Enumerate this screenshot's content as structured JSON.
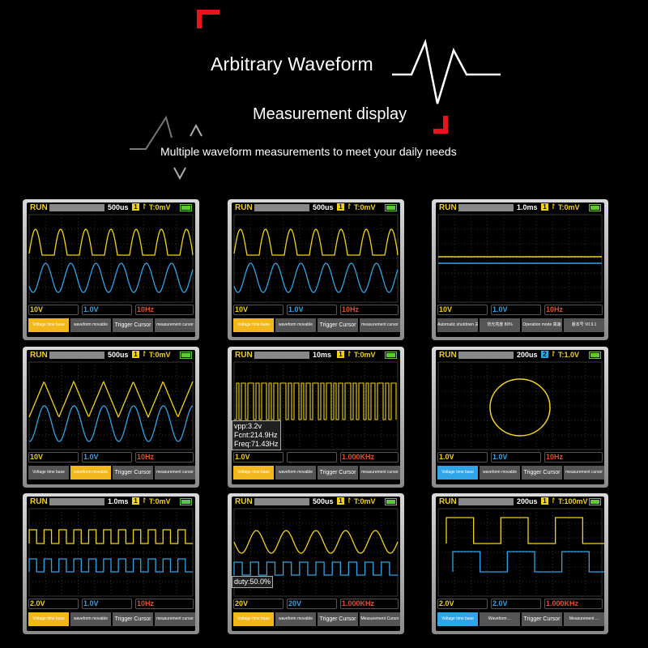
{
  "header": {
    "title": "Arbitrary Waveform",
    "subtitle": "Measurement display",
    "description": "Multiple waveform measurements to meet your daily needs"
  },
  "colors": {
    "accent_red": "#e8141b",
    "ch1_yellow": "#f2d21b",
    "ch2_blue": "#2fa4e7",
    "freq_red": "#e0502a"
  },
  "panels": [
    {
      "status": {
        "run": "RUN",
        "timebase": "500us",
        "ch": "1",
        "trigger": "T:0mV"
      },
      "readout": {
        "ch1": "10V",
        "ch2": "1.0V",
        "freq": "10Hz"
      },
      "menu": [
        "Voltage time base",
        "waveform movable",
        "Trigger Cursor",
        "measurement cursor"
      ],
      "selected": 0,
      "wave": "sine_dual"
    },
    {
      "status": {
        "run": "RUN",
        "timebase": "500us",
        "ch": "1",
        "trigger": "T:0mV"
      },
      "readout": {
        "ch1": "10V",
        "ch2": "1.0V",
        "freq": "10Hz"
      },
      "menu": [
        "Voltage time base",
        "waveform movable",
        "Trigger Cursor",
        "measurement cursor"
      ],
      "selected": 0,
      "wave": "sine_dual"
    },
    {
      "status": {
        "run": "RUN",
        "timebase": "1.0ms",
        "ch": "1",
        "trigger": "T:0mV"
      },
      "readout": {
        "ch1": "10V",
        "ch2": "1.0V",
        "freq": "10Hz"
      },
      "menu": [
        "Automatic shutdown 关闭",
        "背光亮度 80%",
        "Operation mode 高速",
        "版本号 V0.9.1"
      ],
      "selected": -1,
      "wave": "flat"
    },
    {
      "status": {
        "run": "RUN",
        "timebase": "500us",
        "ch": "1",
        "trigger": "T:0mV"
      },
      "readout": {
        "ch1": "10V",
        "ch2": "1.0V",
        "freq": "10Hz"
      },
      "menu": [
        "Voltage time base",
        "waveform movable",
        "Trigger Cursor",
        "measurement cursor"
      ],
      "selected": 1,
      "wave": "triangle"
    },
    {
      "status": {
        "run": "RUN",
        "timebase": "10ms",
        "ch": "1",
        "trigger": "T:0mV"
      },
      "readout": {
        "ch1": "1.0V",
        "ch2": "",
        "freq": "1.000KHz"
      },
      "measure": [
        "vpp:3.2v",
        "Fcnt:214.9Hz",
        "Freq:71.43Hz"
      ],
      "menu": [
        "Voltage time base",
        "waveform movable",
        "Trigger Cursor",
        "measurement cursor"
      ],
      "selected": 0,
      "wave": "pwm"
    },
    {
      "status": {
        "run": "RUN",
        "timebase": "200us",
        "ch": "2",
        "trigger": "T:1.0V"
      },
      "readout": {
        "ch1": "1.0V",
        "ch2": "1.0V",
        "freq": "10Hz"
      },
      "menu": [
        "Voltage time base",
        "waveform movable",
        "Trigger Cursor",
        "measurement cursor"
      ],
      "selected": 0,
      "wave": "circle"
    },
    {
      "status": {
        "run": "RUN",
        "timebase": "1.0ms",
        "ch": "1",
        "trigger": "T:0mV"
      },
      "readout": {
        "ch1": "2.0V",
        "ch2": "1.0V",
        "freq": "10Hz"
      },
      "menu": [
        "Voltage time base",
        "waveform movable",
        "Trigger Cursor",
        "measurement cursor"
      ],
      "selected": 0,
      "wave": "square_dual"
    },
    {
      "status": {
        "run": "RUN",
        "timebase": "500us",
        "ch": "1",
        "trigger": "T:0mV"
      },
      "readout": {
        "ch1": "20V",
        "ch2": "20V",
        "freq": "1.000KHz"
      },
      "measure": [
        "duty:50.0%"
      ],
      "menu": [
        "Voltage time base",
        "waveform movable",
        "Trigger Cursor",
        "Measurement Cursor"
      ],
      "selected": 0,
      "wave": "sine_square"
    },
    {
      "status": {
        "run": "RUN",
        "timebase": "200us",
        "ch": "1",
        "trigger": "T:100mV"
      },
      "readout": {
        "ch1": "2.0V",
        "ch2": "2.0V",
        "freq": "1.000KHz"
      },
      "menu": [
        "Voltage time base",
        "Waveform ...",
        "Trigger Cursor",
        "Measurement ..."
      ],
      "selected": 0,
      "wave": "square_offset"
    }
  ]
}
